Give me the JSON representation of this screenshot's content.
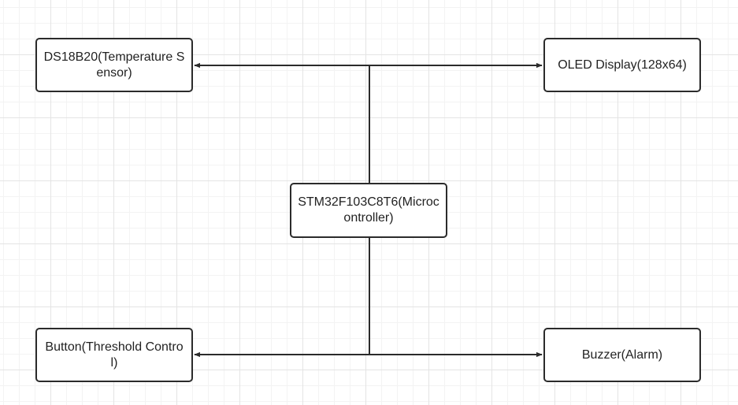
{
  "diagram": {
    "nodes": {
      "sensor": "DS18B20(Temperature Sensor)",
      "oled": "OLED Display(128x64)",
      "mcu": "STM32F103C8T6(Microcontroller)",
      "button": "Button(Threshold Control)",
      "buzzer": "Buzzer(Alarm)"
    },
    "edges": [
      {
        "from": "mcu",
        "to": "sensor"
      },
      {
        "from": "mcu",
        "to": "oled"
      },
      {
        "from": "mcu",
        "to": "button"
      },
      {
        "from": "mcu",
        "to": "buzzer"
      }
    ],
    "colors": {
      "line": "#2b2b2b",
      "border": "#2b2b2b",
      "text": "#222222",
      "grid": "#e4e4e4"
    }
  }
}
